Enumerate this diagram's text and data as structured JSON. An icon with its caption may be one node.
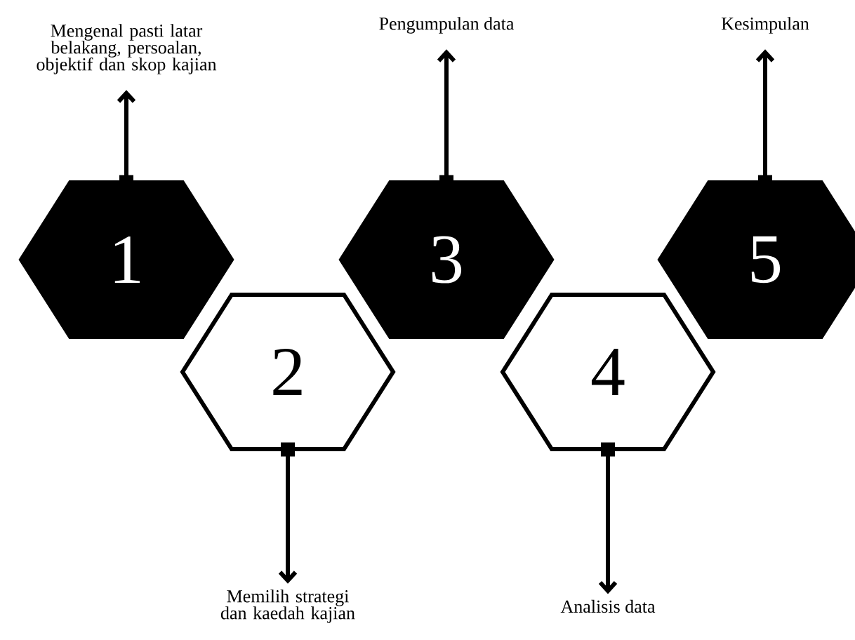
{
  "diagram": {
    "nodes": [
      {
        "text": [
          "1"
        ]
      },
      {
        "text": [
          "2"
        ]
      },
      {
        "text": [
          "3"
        ]
      },
      {
        "text": [
          "4"
        ]
      },
      {
        "text": [
          "5"
        ]
      },
      {
        "text": [
          "Mengenal pasti latar belakang, persoalan, objektif dan skop kajian"
        ]
      },
      {
        "text": [
          "Memilih strategi dan kaedah kajian"
        ]
      },
      {
        "text": [
          "Pengumpulan data"
        ]
      },
      {
        "text": [
          "Analisis data"
        ]
      },
      {
        "text": [
          "Kesimpulan"
        ]
      }
    ],
    "edges": [
      {
        "from": 0,
        "to": 5,
        "arrow": "to"
      },
      {
        "from": 1,
        "to": 6,
        "arrow": "to"
      },
      {
        "from": 2,
        "to": 7,
        "arrow": "to"
      },
      {
        "from": 3,
        "to": 8,
        "arrow": "to"
      },
      {
        "from": 4,
        "to": 9,
        "arrow": "to"
      }
    ]
  }
}
